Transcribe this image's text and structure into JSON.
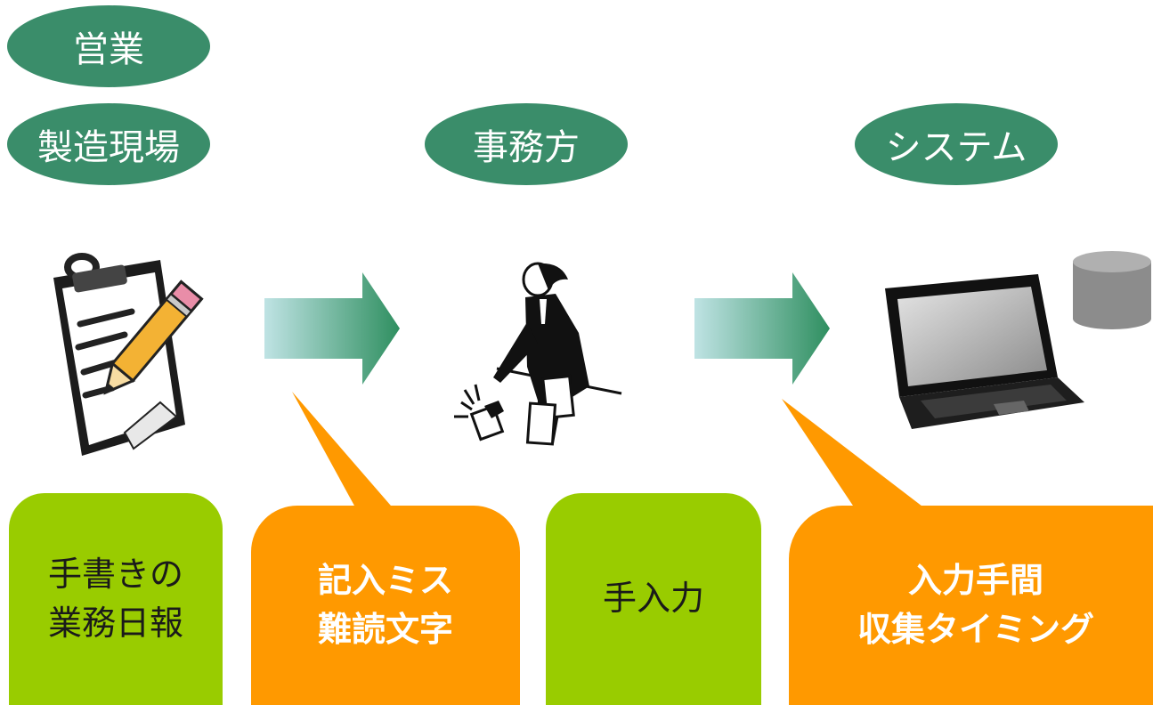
{
  "roles": {
    "sales": "営業",
    "factory": "製造現場",
    "office": "事務方",
    "system": "システム"
  },
  "steps": {
    "handwritten": [
      "手書きの",
      "業務日報"
    ],
    "manual_input": "手入力"
  },
  "problems": {
    "entry": [
      "記入ミス",
      "難読文字"
    ],
    "system": [
      "入力手間",
      "収集タイミング"
    ]
  },
  "colors": {
    "role_pill": "#3a8d6a",
    "step_box": "#99cc00",
    "problem_callout": "#ff9900",
    "arrow_start": "#bfe3e4",
    "arrow_end": "#2f8f60"
  },
  "icons": [
    "clipboard-pencil-icon",
    "office-worker-icon",
    "laptop-icon",
    "database-icon"
  ]
}
